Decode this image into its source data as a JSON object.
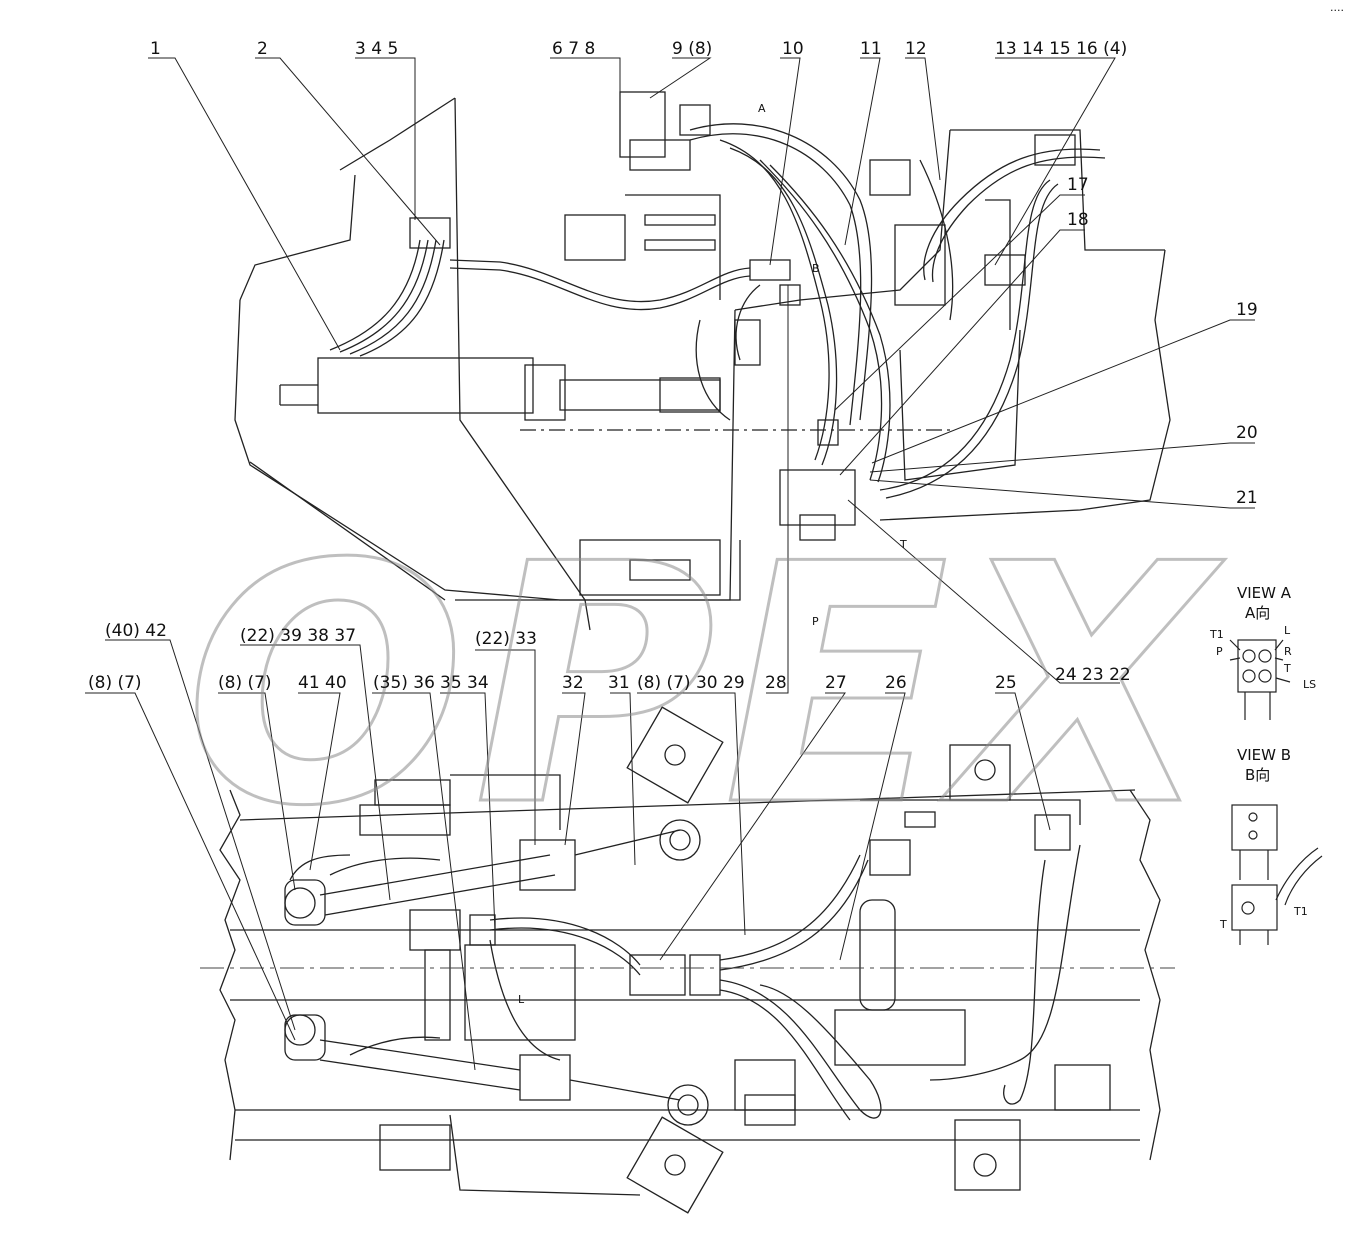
{
  "callouts_top": [
    "1",
    "2",
    "3 4 5",
    "6 7 8",
    "9 (8)",
    "10",
    "11",
    "12",
    "13 14 15 16 (4)",
    "17",
    "18",
    "19",
    "20",
    "21",
    "24 23 22"
  ],
  "callouts_bottom": [
    "(40) 42",
    "(8) (7)",
    "(22) 39 38 37",
    "(8) (7)",
    "41 40",
    "(35) 36",
    "35 34",
    "(22) 33",
    "32",
    "31",
    "(8) (7) 30 29",
    "28",
    "27",
    "26",
    "25"
  ],
  "port_labels": {
    "a": "A",
    "b": "B",
    "t": "T",
    "p": "P",
    "l": "L"
  },
  "view_a": {
    "title": "VIEW A",
    "subtitle": "A向",
    "ports": [
      "T1",
      "L",
      "P",
      "R",
      "T",
      "LS"
    ]
  },
  "view_b": {
    "title": "VIEW B",
    "subtitle": "B向",
    "ports": [
      "T",
      "T1"
    ]
  },
  "watermark": "OPEX",
  "corner_mark": "····"
}
